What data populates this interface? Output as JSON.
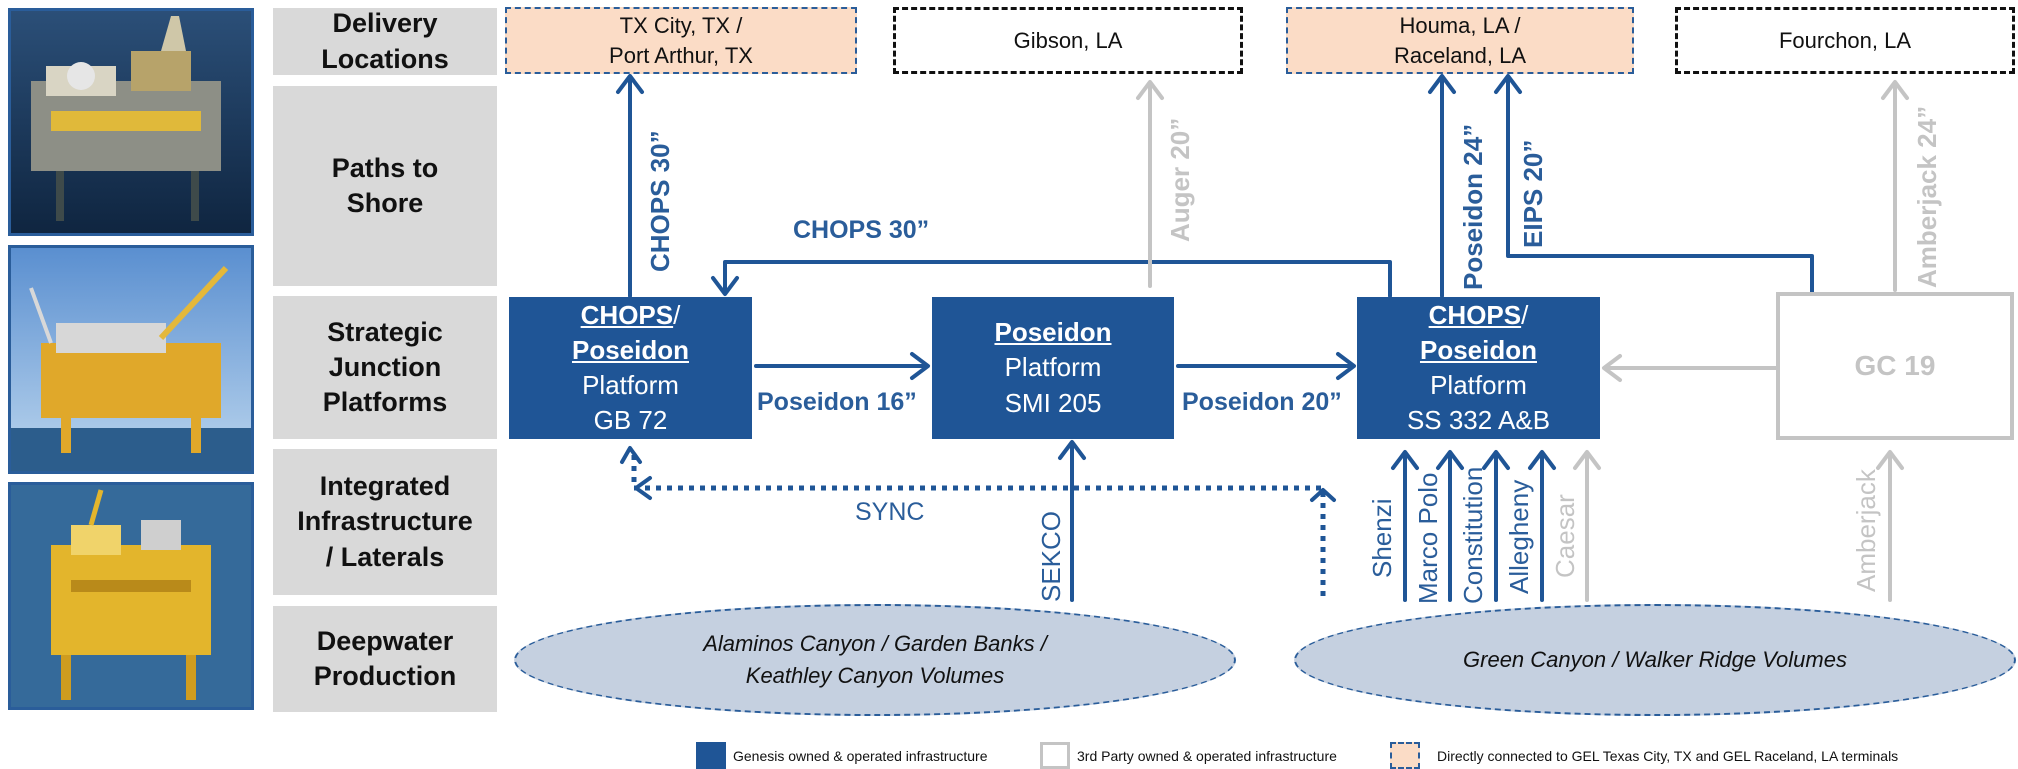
{
  "rows": {
    "delivery": "Delivery\nLocations",
    "paths": "Paths to\nShore",
    "junction": "Strategic\nJunction\nPlatforms",
    "laterals": "Integrated\nInfrastructure\n/ Laterals",
    "production": "Deepwater\nProduction"
  },
  "locations": {
    "txcity": "TX City, TX /\nPort Arthur, TX",
    "gibson": "Gibson, LA",
    "houma": "Houma, LA /\nRaceland, LA",
    "fourchon": "Fourchon, LA"
  },
  "platforms": {
    "gb72": {
      "name1": "CHOPS",
      "sep": "/",
      "name2": "Poseidon",
      "line3": "Platform",
      "line4": "GB 72"
    },
    "smi205": {
      "name1": "Poseidon",
      "line3": "Platform",
      "line4": "SMI 205"
    },
    "ss332": {
      "name1": "CHOPS",
      "sep": "/",
      "name2": "Poseidon",
      "line3": "Platform",
      "line4": "SS 332 A&B"
    },
    "gc19": {
      "name": "GC 19"
    }
  },
  "pipelines": {
    "chops30_up": "CHOPS 30”",
    "chops30_link": "CHOPS 30”",
    "auger20": "Auger 20”",
    "poseidon24": "Poseidon 24”",
    "eips20": "EIPS 20”",
    "amberjack24": "Amberjack 24”",
    "poseidon16": "Poseidon 16”",
    "poseidon20": "Poseidon 20”",
    "sync": "SYNC",
    "sekco": "SEKCO",
    "shenzi": "Shenzi",
    "marcopolo": "Marco Polo",
    "constitution": "Constitution",
    "allegheny": "Allegheny",
    "caesar": "Caesar",
    "amberjack": "Amberjack"
  },
  "production": {
    "west": "Alaminos Canyon / Garden Banks /\nKeathley Canyon Volumes",
    "east": "Green Canyon / Walker Ridge Volumes"
  },
  "legend": {
    "genesis": "Genesis owned & operated infrastructure",
    "third": "3rd Party owned & operated infrastructure",
    "direct": "Directly connected to GEL Texas City, TX and GEL Raceland, LA terminals"
  },
  "colors": {
    "genesis_blue": "#1f5596",
    "third_party_gray": "#c4c4c4",
    "direct_fill": "#fbdcc6",
    "row_gray": "#d9d9d9"
  }
}
